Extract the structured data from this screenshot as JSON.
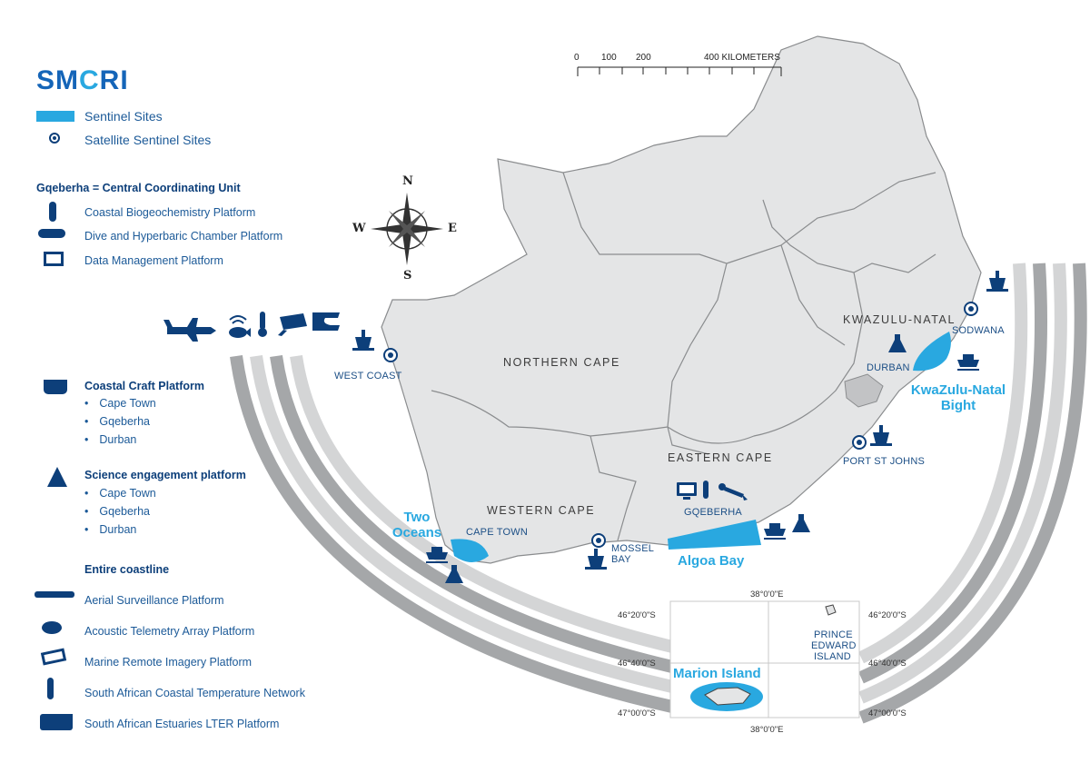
{
  "logo": {
    "text_a": "SM",
    "text_wave": "C",
    "text_b": "RI"
  },
  "legend": {
    "sentinel_sites": "Sentinel Sites",
    "satellite_sites": "Satellite Sentinel Sites",
    "central_unit": "Gqeberha = Central Coordinating Unit",
    "platforms": [
      "Coastal Biogeochemistry Platform",
      "Dive and Hyperbaric Chamber Platform",
      "Data Management Platform"
    ],
    "coastal_craft": {
      "title": "Coastal Craft Platform",
      "items": [
        "Cape Town",
        "Gqeberha",
        "Durban"
      ]
    },
    "science_engagement": {
      "title": "Science engagement platform",
      "items": [
        "Cape Town",
        "Gqeberha",
        "Durban"
      ]
    },
    "entire_coastline": {
      "title": "Entire coastline",
      "items": [
        "Aerial Surveillance Platform",
        "Acoustic Telemetry Array Platform",
        "Marine Remote Imagery Platform",
        "South African Coastal Temperature Network",
        "South African Estuaries LTER Platform"
      ]
    }
  },
  "scale": {
    "t0": "0",
    "t1": "100",
    "t2": "200",
    "t3": "400 KILOMETERS"
  },
  "compass": {
    "n": "N",
    "s": "S",
    "e": "E",
    "w": "W"
  },
  "provinces": {
    "northern_cape": "NORTHERN CAPE",
    "western_cape": "WESTERN CAPE",
    "eastern_cape": "EASTERN CAPE",
    "kwazulu_natal": "KWAZULU-NATAL"
  },
  "places": {
    "west_coast": "WEST COAST",
    "cape_town": "CAPE TOWN",
    "mossel_bay_1": "MOSSEL",
    "mossel_bay_2": "BAY",
    "gqeberha": "GQEBERHA",
    "port_st_johns": "PORT ST JOHNS",
    "durban": "DURBAN",
    "sodwana": "SODWANA",
    "prince_edward_1": "PRINCE",
    "prince_edward_2": "EDWARD",
    "prince_edward_3": "ISLAND"
  },
  "sites": {
    "two_oceans_1": "Two",
    "two_oceans_2": "Oceans",
    "algoa_bay": "Algoa Bay",
    "kzn_bight_1": "KwaZulu-Natal",
    "kzn_bight_2": "Bight",
    "marion_island": "Marion Island"
  },
  "inset": {
    "lon_top": "38°0'0\"E",
    "lon_bottom": "38°0'0\"E",
    "lat_left": [
      "46°20'0\"S",
      "46°40'0\"S",
      "47°00'0\"S"
    ],
    "lat_right": [
      "46°20'0\"S",
      "46°40'0\"S",
      "47°00'0\"S"
    ]
  },
  "colors": {
    "sentinel": "#29a8e0",
    "navy": "#0d3f7a",
    "land": "#e4e5e6",
    "border": "#8a8c8e",
    "arc_dark": "#a5a7a9",
    "arc_light": "#d4d5d6"
  }
}
